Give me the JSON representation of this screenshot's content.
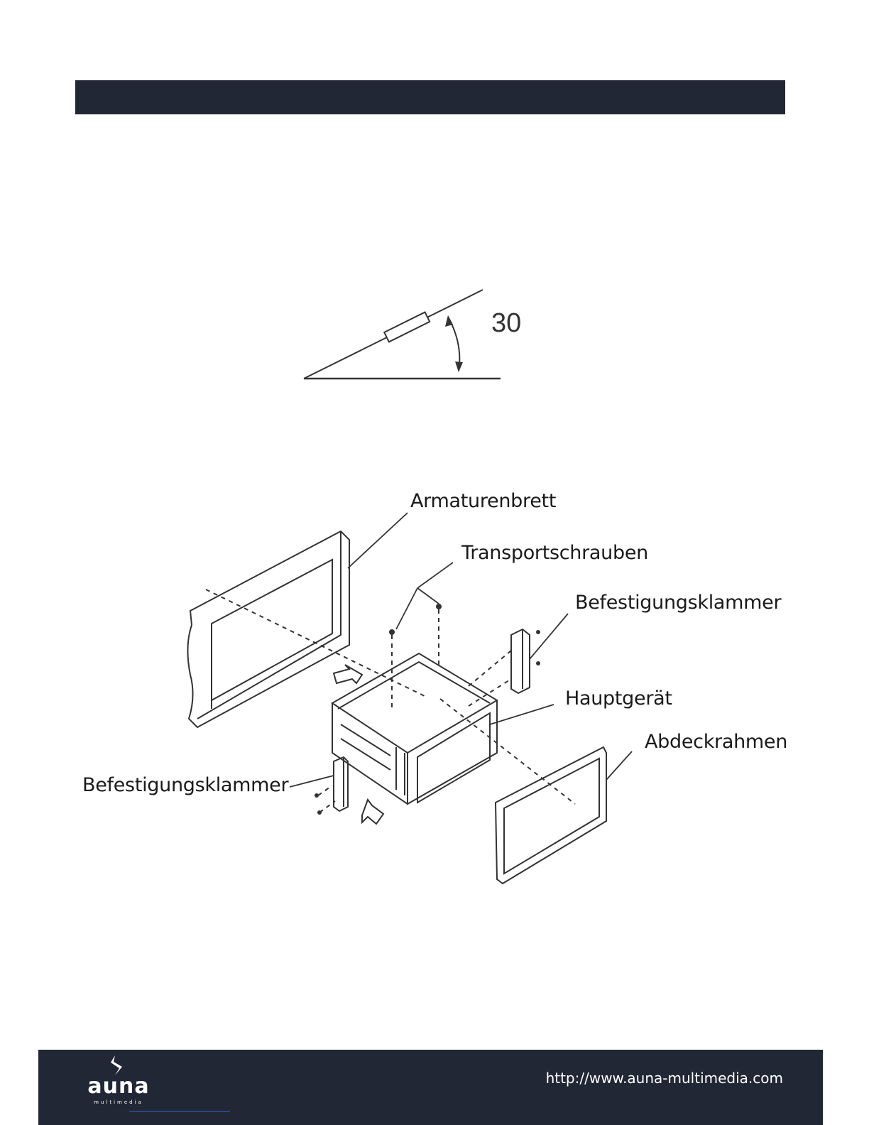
{
  "angle_figure": {
    "angle_label": "30"
  },
  "installation_figure": {
    "callouts": {
      "dashboard": "Armaturenbrett",
      "transport_screws": "Transportschrauben",
      "mounting_bracket_right": "Befestigungsklammer",
      "main_unit": "Hauptgerät",
      "cover_frame": "Abdeckrahmen",
      "mounting_bracket_left": "Befestigungsklammer"
    }
  },
  "footer": {
    "logo": {
      "wordmark": "auna",
      "tagline": "multimedia"
    },
    "url": "http://www.auna-multimedia.com"
  },
  "colors": {
    "bar": "#212734",
    "line_art": "#333333"
  }
}
